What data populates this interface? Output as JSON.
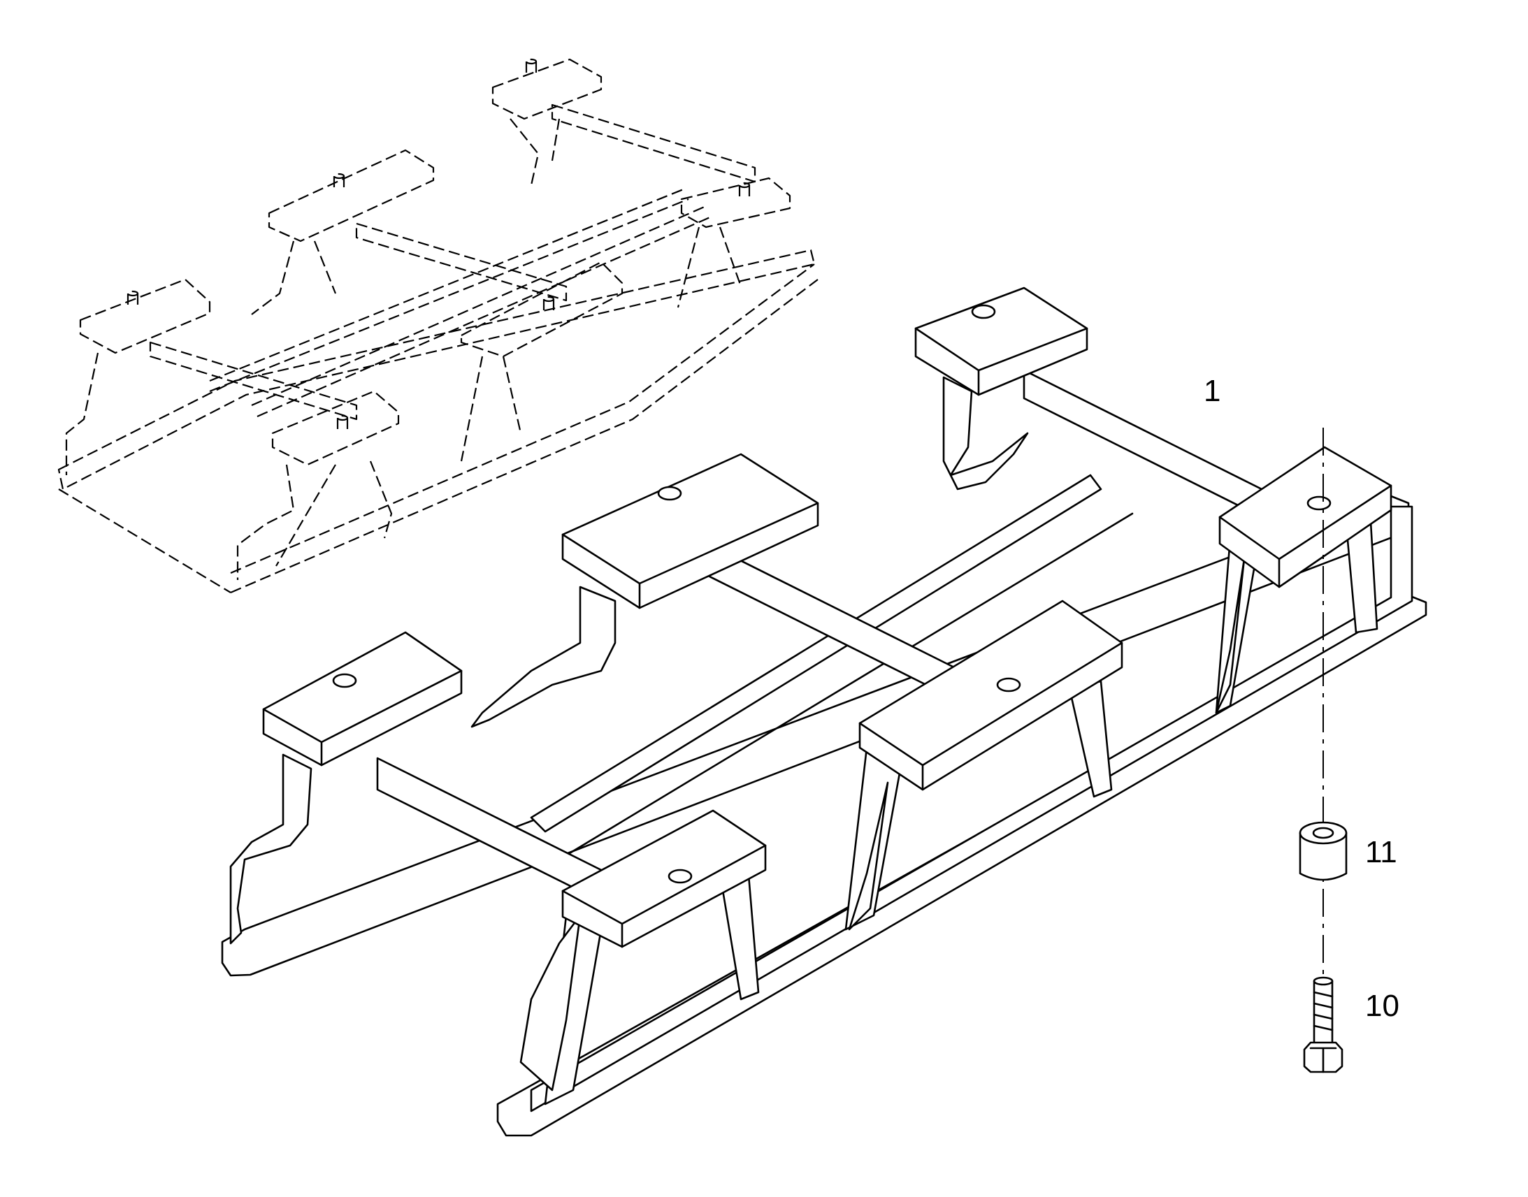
{
  "callouts": [
    {
      "id": "frame",
      "label": "1"
    },
    {
      "id": "spacer",
      "label": "11"
    },
    {
      "id": "bolt",
      "label": "10"
    }
  ]
}
